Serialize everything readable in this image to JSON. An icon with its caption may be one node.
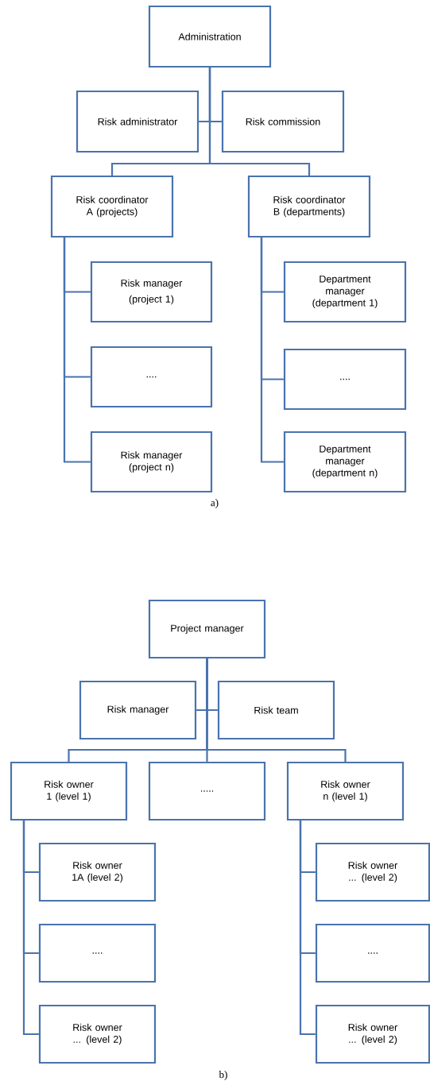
{
  "diagram": {
    "nodes": [
      {
        "text": [
          "Administration"
        ]
      },
      {
        "text": [
          "Risk administrator"
        ]
      },
      {
        "text": [
          "Risk commission"
        ]
      },
      {
        "text": [
          "Risk coordinator A (projects)"
        ]
      },
      {
        "text": [
          "Risk coordinator B (departments)"
        ]
      },
      {
        "text": [
          "Risk manager",
          "(project 1)"
        ]
      },
      {
        "text": [
          "...."
        ]
      },
      {
        "text": [
          "Risk manager (project n)"
        ]
      },
      {
        "text": [
          "Department manager (department 1)"
        ]
      },
      {
        "text": [
          "...."
        ]
      },
      {
        "text": [
          "Department manager (department n)"
        ]
      },
      {
        "text": [
          "Project manager"
        ]
      },
      {
        "text": [
          "Risk manager"
        ]
      },
      {
        "text": [
          "Risk team"
        ]
      },
      {
        "text": [
          "Risk owner 1 (level 1)"
        ]
      },
      {
        "text": [
          "....."
        ]
      },
      {
        "text": [
          "Risk owner n (level 1)"
        ]
      },
      {
        "text": [
          "Risk owner 1A (level 2)"
        ]
      },
      {
        "text": [
          "...."
        ]
      },
      {
        "text": [
          "Risk owner ... (level 2)"
        ]
      },
      {
        "text": [
          "Risk owner ... (level 2)"
        ]
      },
      {
        "text": [
          "...."
        ]
      },
      {
        "text": [
          "Risk owner ... (level 2)"
        ]
      }
    ],
    "edges": [
      {
        "from": 0,
        "to": 1,
        "arrow": "none"
      },
      {
        "from": 0,
        "to": 2,
        "arrow": "none"
      },
      {
        "from": 0,
        "to": 3,
        "arrow": "none"
      },
      {
        "from": 0,
        "to": 4,
        "arrow": "none"
      },
      {
        "from": 3,
        "to": 5,
        "arrow": "none"
      },
      {
        "from": 3,
        "to": 6,
        "arrow": "none"
      },
      {
        "from": 3,
        "to": 7,
        "arrow": "none"
      },
      {
        "from": 4,
        "to": 8,
        "arrow": "none"
      },
      {
        "from": 4,
        "to": 9,
        "arrow": "none"
      },
      {
        "from": 4,
        "to": 10,
        "arrow": "none"
      },
      {
        "from": 11,
        "to": 12,
        "arrow": "none"
      },
      {
        "from": 11,
        "to": 13,
        "arrow": "none"
      },
      {
        "from": 11,
        "to": 14,
        "arrow": "none"
      },
      {
        "from": 11,
        "to": 15,
        "arrow": "none"
      },
      {
        "from": 11,
        "to": 16,
        "arrow": "none"
      },
      {
        "from": 14,
        "to": 17,
        "arrow": "none"
      },
      {
        "from": 14,
        "to": 18,
        "arrow": "none"
      },
      {
        "from": 14,
        "to": 19,
        "arrow": "none"
      },
      {
        "from": 16,
        "to": 20,
        "arrow": "none"
      },
      {
        "from": 16,
        "to": 21,
        "arrow": "none"
      },
      {
        "from": 16,
        "to": 22,
        "arrow": "none"
      }
    ],
    "labels": [
      "a)",
      "b)"
    ]
  }
}
